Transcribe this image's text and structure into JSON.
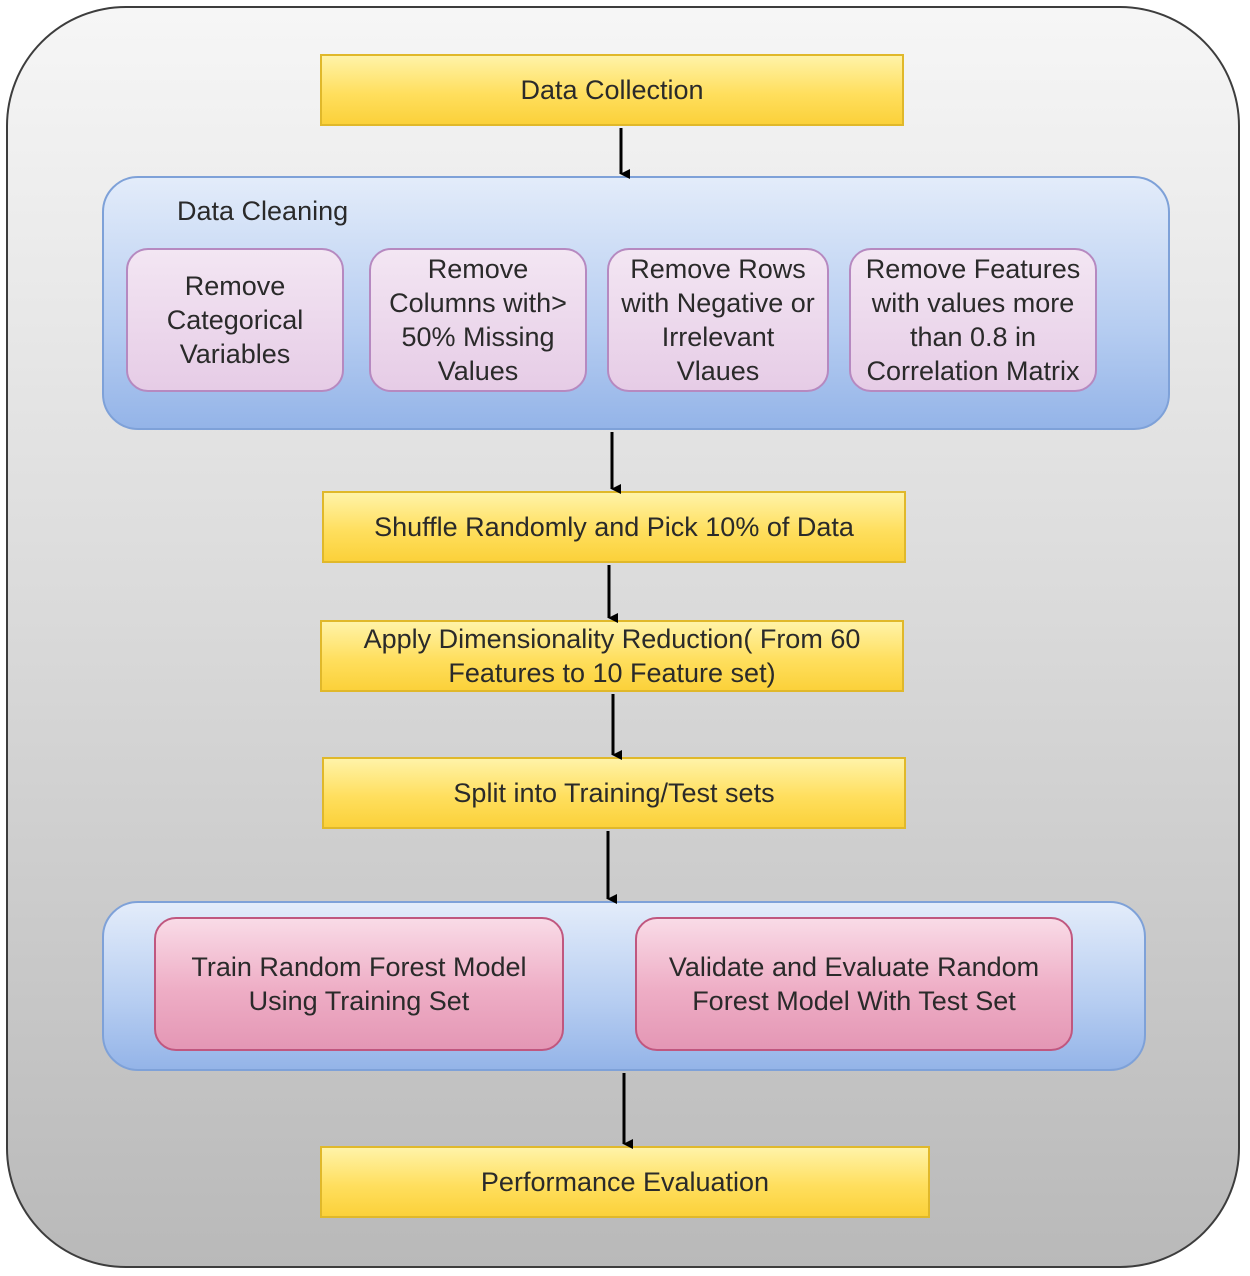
{
  "steps": {
    "data_collection": "Data Collection",
    "shuffle": "Shuffle Randomly and Pick 10% of Data",
    "dim_reduction": [
      "Apply Dimensionality Reduction( From 60",
      "Features to 10 Feature set)"
    ],
    "split": "Split into Training/Test sets",
    "performance": "Performance Evaluation"
  },
  "cleaning": {
    "title": "Data Cleaning",
    "items": [
      [
        "Remove",
        "Categorical",
        "Variables"
      ],
      [
        "Remove",
        "Columns with>",
        "50% Missing",
        "Values"
      ],
      [
        "Remove Rows",
        "with Negative or",
        "Irrelevant",
        "Vlaues"
      ],
      [
        "Remove Features",
        "with values more",
        "than 0.8 in",
        "Correlation Matrix"
      ]
    ]
  },
  "model": {
    "train": [
      "Train Random Forest Model",
      "Using Training Set"
    ],
    "validate": [
      "Validate and Evaluate Random",
      "Forest Model With Test Set"
    ]
  }
}
